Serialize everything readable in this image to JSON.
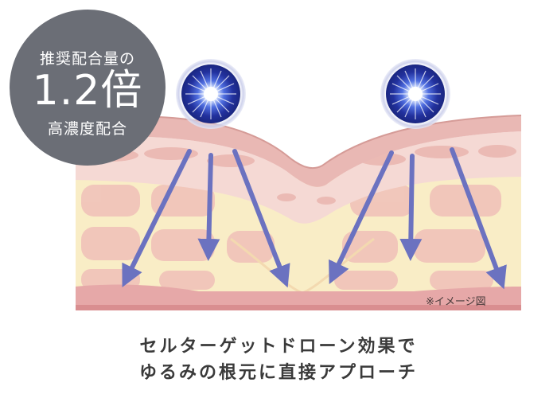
{
  "badge": {
    "line1": "推奨配合量の",
    "line2": "1.2倍",
    "line3": "高濃度配合"
  },
  "note": "※イメージ図",
  "caption": {
    "line1": "セルターゲットドローン効果で",
    "line2": "ゆるみの根元に直接アプローチ"
  },
  "colors": {
    "badge": "#6b6e76",
    "arrow": "#6b72c0",
    "skin_top": "#e9b8b4",
    "dermis": "#f5d9d4",
    "fat": "#f9edc6",
    "cell": "#f0c0b8",
    "orb": "#1f2f9a"
  },
  "icons": {
    "orb": "glowing-blue-sphere-icon",
    "arrow": "arrow-icon"
  }
}
